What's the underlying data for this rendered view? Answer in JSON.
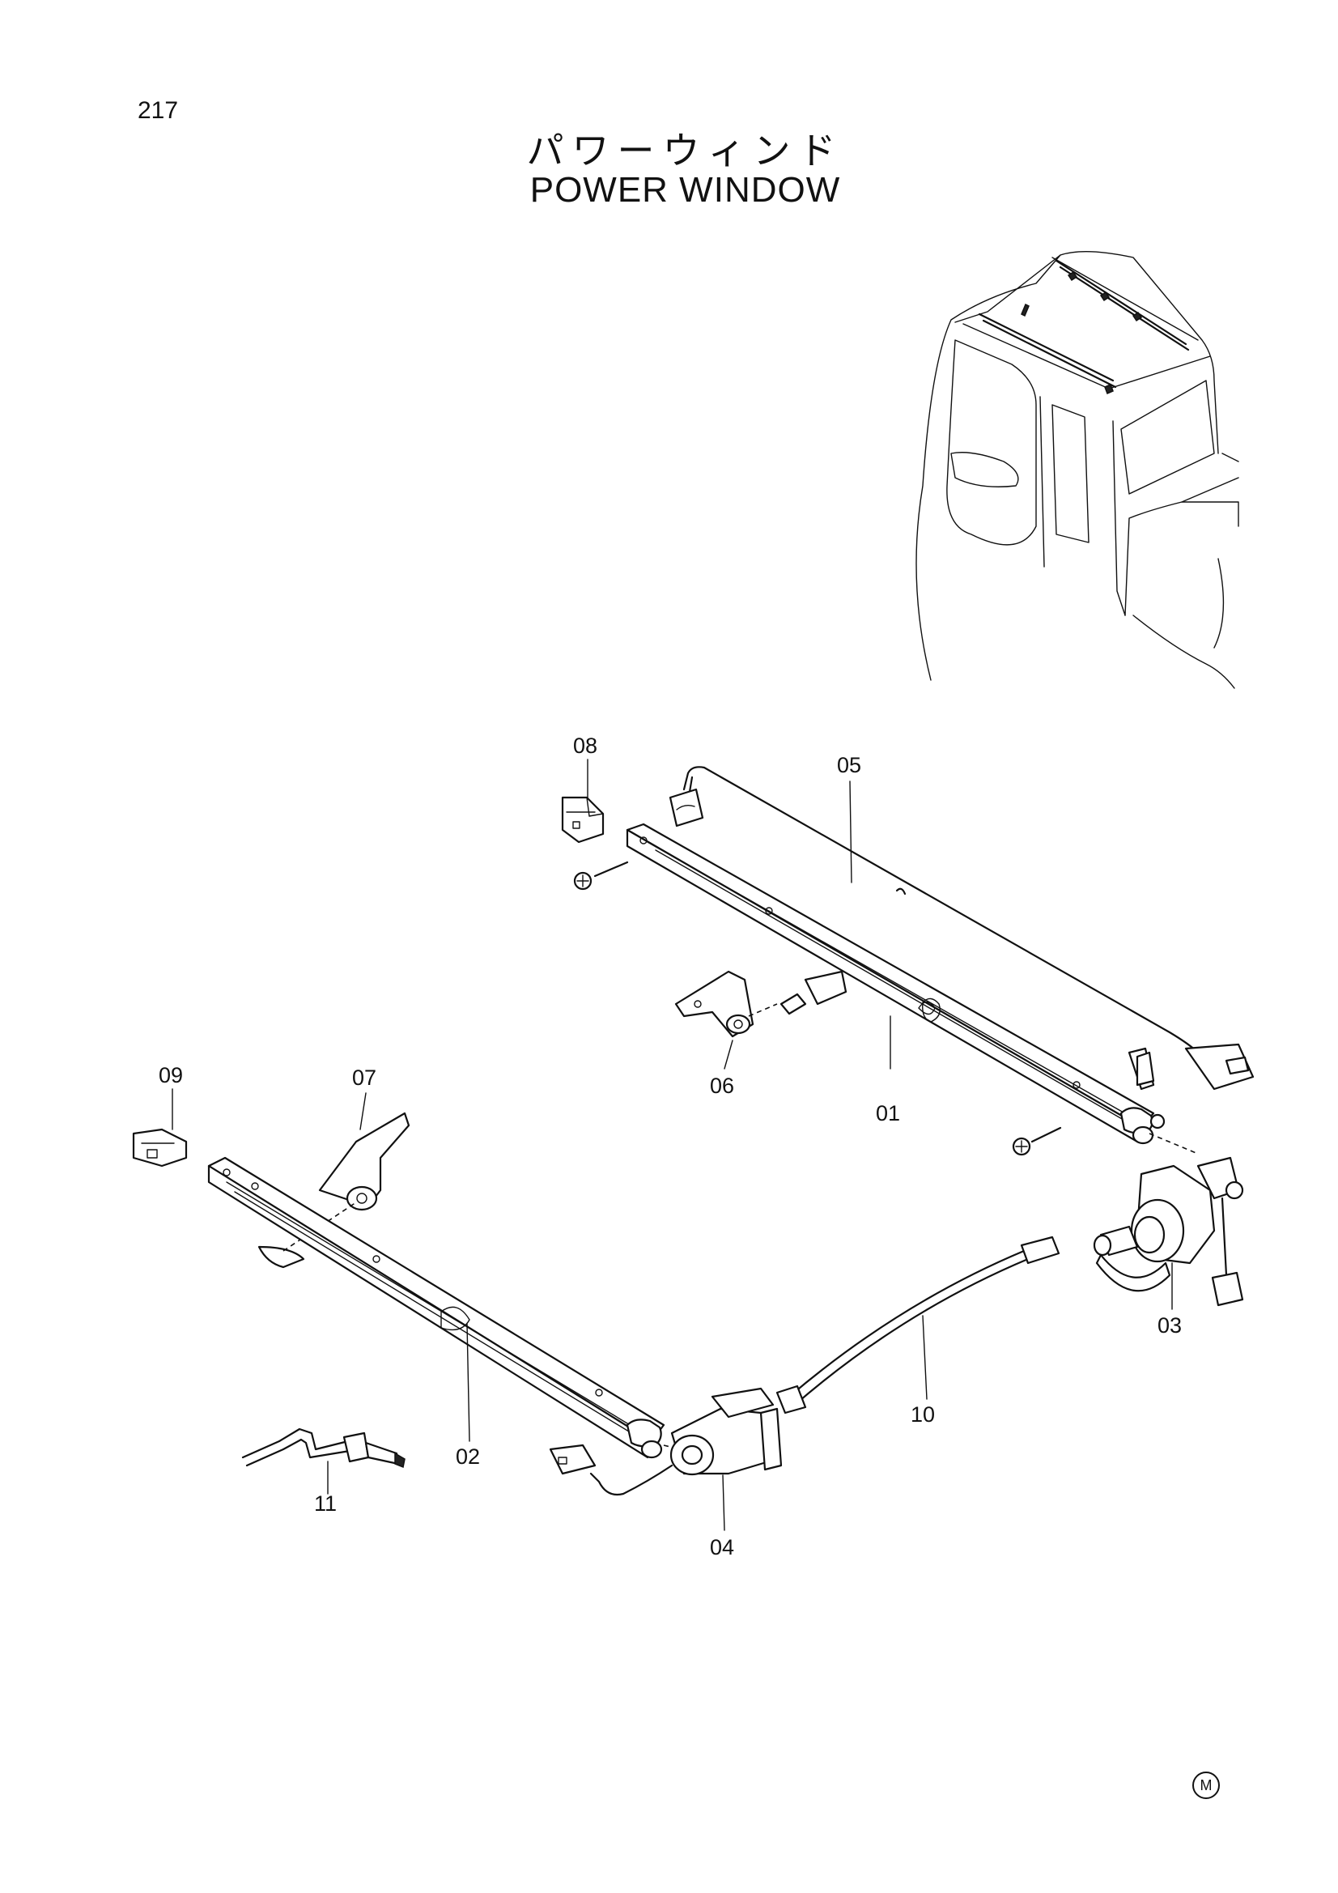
{
  "page": {
    "number": "217",
    "title_jp": "パワーウィンド",
    "title_en": "POWER WINDOW",
    "corner_mark": "M"
  },
  "callouts": [
    {
      "id": "01",
      "label": "01"
    },
    {
      "id": "02",
      "label": "02"
    },
    {
      "id": "03",
      "label": "03"
    },
    {
      "id": "04",
      "label": "04"
    },
    {
      "id": "05",
      "label": "05"
    },
    {
      "id": "06",
      "label": "06"
    },
    {
      "id": "07",
      "label": "07"
    },
    {
      "id": "08",
      "label": "08"
    },
    {
      "id": "09",
      "label": "09"
    },
    {
      "id": "10",
      "label": "10"
    },
    {
      "id": "11",
      "label": "11"
    }
  ]
}
